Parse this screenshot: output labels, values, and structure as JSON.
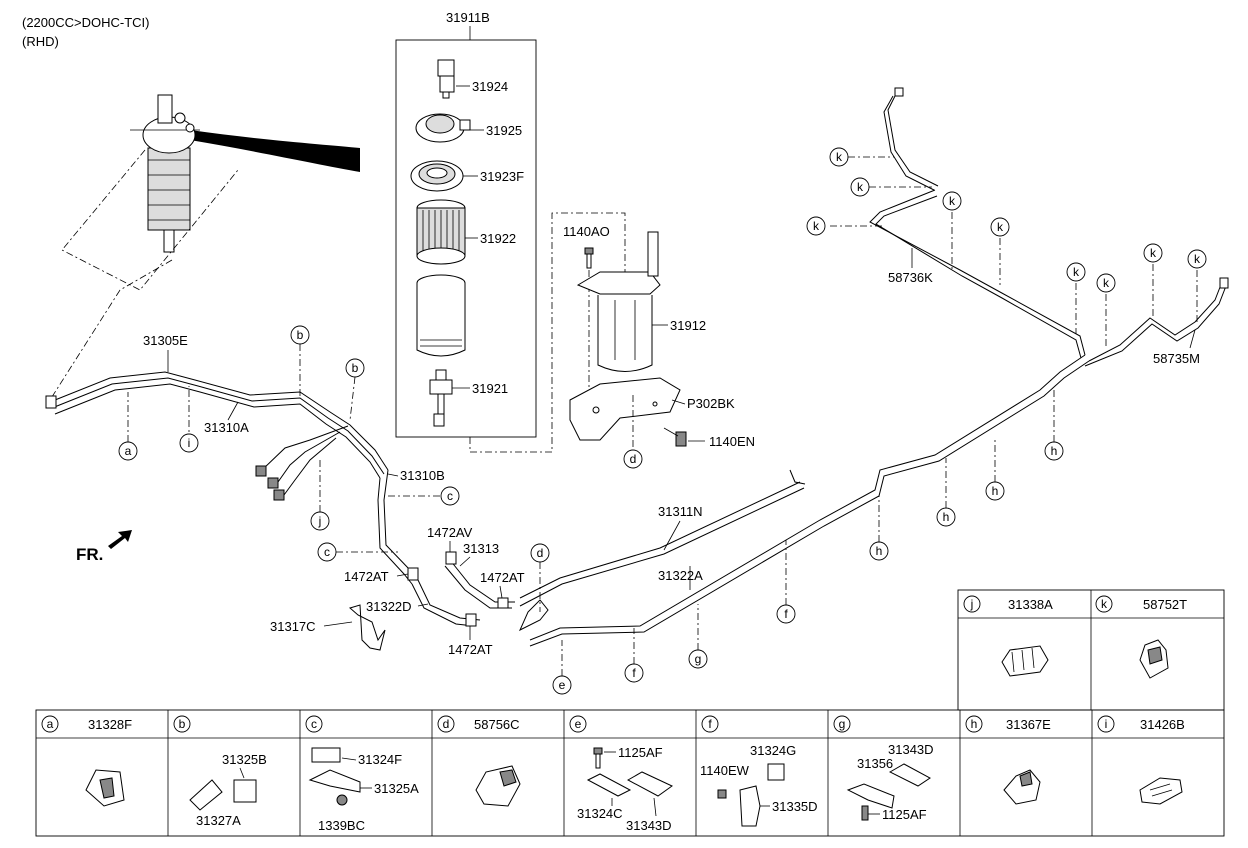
{
  "header": {
    "engine": "(2200CC>DOHC-TCI)",
    "drive": "(RHD)"
  },
  "direction_label": "FR.",
  "filter_assembly": {
    "group": "31911B",
    "parts": [
      "31924",
      "31925",
      "31923F",
      "31922",
      "31921"
    ]
  },
  "bracket_group": {
    "bolt_top": "1140AO",
    "housing": "31912",
    "bracket": "P302BK",
    "bolt_bottom": "1140EN"
  },
  "main_parts": {
    "p31305E": "31305E",
    "p31310A": "31310A",
    "p31310B": "31310B",
    "p31311N": "31311N",
    "p31313": "31313",
    "p31322A": "31322A",
    "p31322D": "31322D",
    "p31317C": "31317C",
    "p1472AV": "1472AV",
    "p1472AT": "1472AT",
    "p58736K": "58736K",
    "p58735M": "58735M"
  },
  "callouts": {
    "a": "a",
    "b": "b",
    "c": "c",
    "d": "d",
    "e": "e",
    "f": "f",
    "g": "g",
    "h": "h",
    "i": "i",
    "j": "j",
    "k": "k"
  },
  "legend_top": [
    {
      "letter": "j",
      "part": "31338A"
    },
    {
      "letter": "k",
      "part": "58752T"
    }
  ],
  "legend_bottom": [
    {
      "letter": "a",
      "part": "31328F"
    },
    {
      "letter": "b",
      "subparts": [
        "31325B",
        "31327A"
      ]
    },
    {
      "letter": "c",
      "subparts": [
        "31324F",
        "31325A",
        "1339BC"
      ]
    },
    {
      "letter": "d",
      "part": "58756C"
    },
    {
      "letter": "e",
      "subparts": [
        "1125AF",
        "31324C",
        "31343D"
      ]
    },
    {
      "letter": "f",
      "subparts": [
        "31324G",
        "1140EW",
        "31335D"
      ]
    },
    {
      "letter": "g",
      "subparts": [
        "31343D",
        "31356",
        "1125AF"
      ]
    },
    {
      "letter": "h",
      "part": "31367E"
    },
    {
      "letter": "i",
      "part": "31426B"
    }
  ]
}
